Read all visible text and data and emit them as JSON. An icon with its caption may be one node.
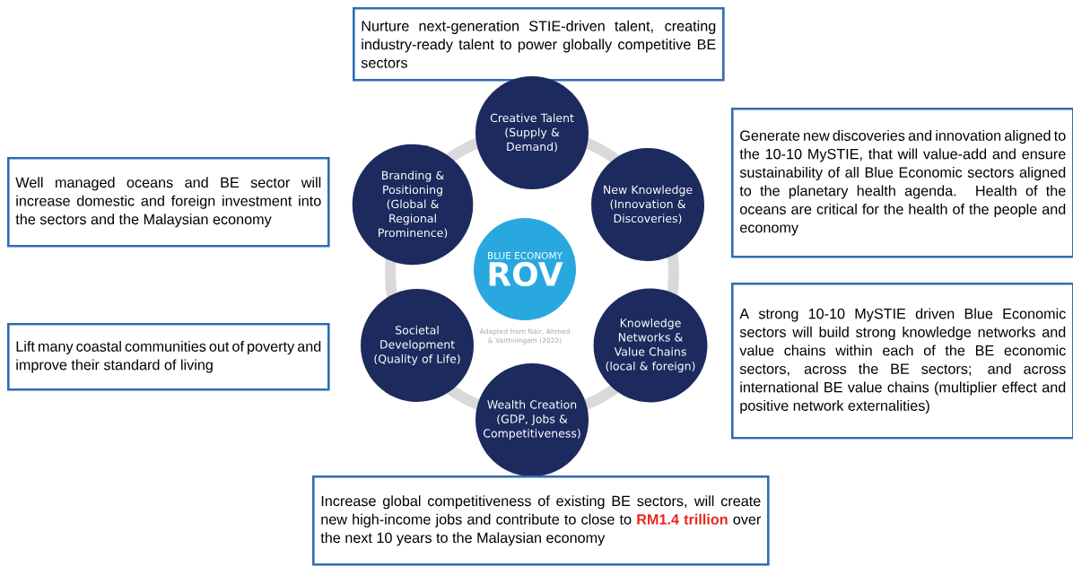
{
  "diagram": {
    "nodes": [
      {
        "text": [
          "Nurture next-generation STIE-driven talent, creating industry-ready talent to power globally competitive BE sectors"
        ]
      },
      {
        "text": [
          "Creative Talent",
          "(Supply & Demand)"
        ]
      },
      {
        "text": [
          "Branding & Positioning",
          "(Global & Regional Prominence)"
        ]
      },
      {
        "text": [
          "New Knowledge",
          "(Innovation & Discoveries)"
        ]
      },
      {
        "text": [
          "Well managed oceans and BE sector will increase domestic and foreign investment into the sectors and the Malaysian economy"
        ]
      },
      {
        "text": [
          "Generate new discoveries and innovation aligned to the 10-10 MySTIE, that will value-add and ensure sustainability of all Blue Economic sectors aligned to the planetary health agenda. Health of the oceans are critical for the health of the people and economy"
        ]
      },
      {
        "text": [
          "BLUE ECONOMY",
          "ROV"
        ]
      },
      {
        "text": [
          "Societal Development",
          "(Quality of Life)"
        ]
      },
      {
        "text": [
          "Knowledge Networks & Value Chains",
          "(local & foreign)"
        ]
      },
      {
        "text": [
          "Lift many coastal communities out of poverty and improve their standard of living"
        ]
      },
      {
        "text": [
          "A strong 10-10 MySTIE driven Blue Economic sectors will build strong knowledge networks and value chains within each of the BE economic sectors, across the BE sectors; and across international BE value chains (multiplier effect and positive network externalities)"
        ]
      },
      {
        "text": [
          "Wealth Creation",
          "(GDP, Jobs & Competitiveness)"
        ]
      },
      {
        "text": [
          "Increase global competitiveness of existing BE sectors, will create new high-income jobs and contribute to close to **RM1.4 trillion** over the next 10 years to the Malaysian economy"
        ]
      }
    ],
    "labels": [
      "Adapted from Nair, Ahmed & Vaithilingam (2022)"
    ]
  }
}
